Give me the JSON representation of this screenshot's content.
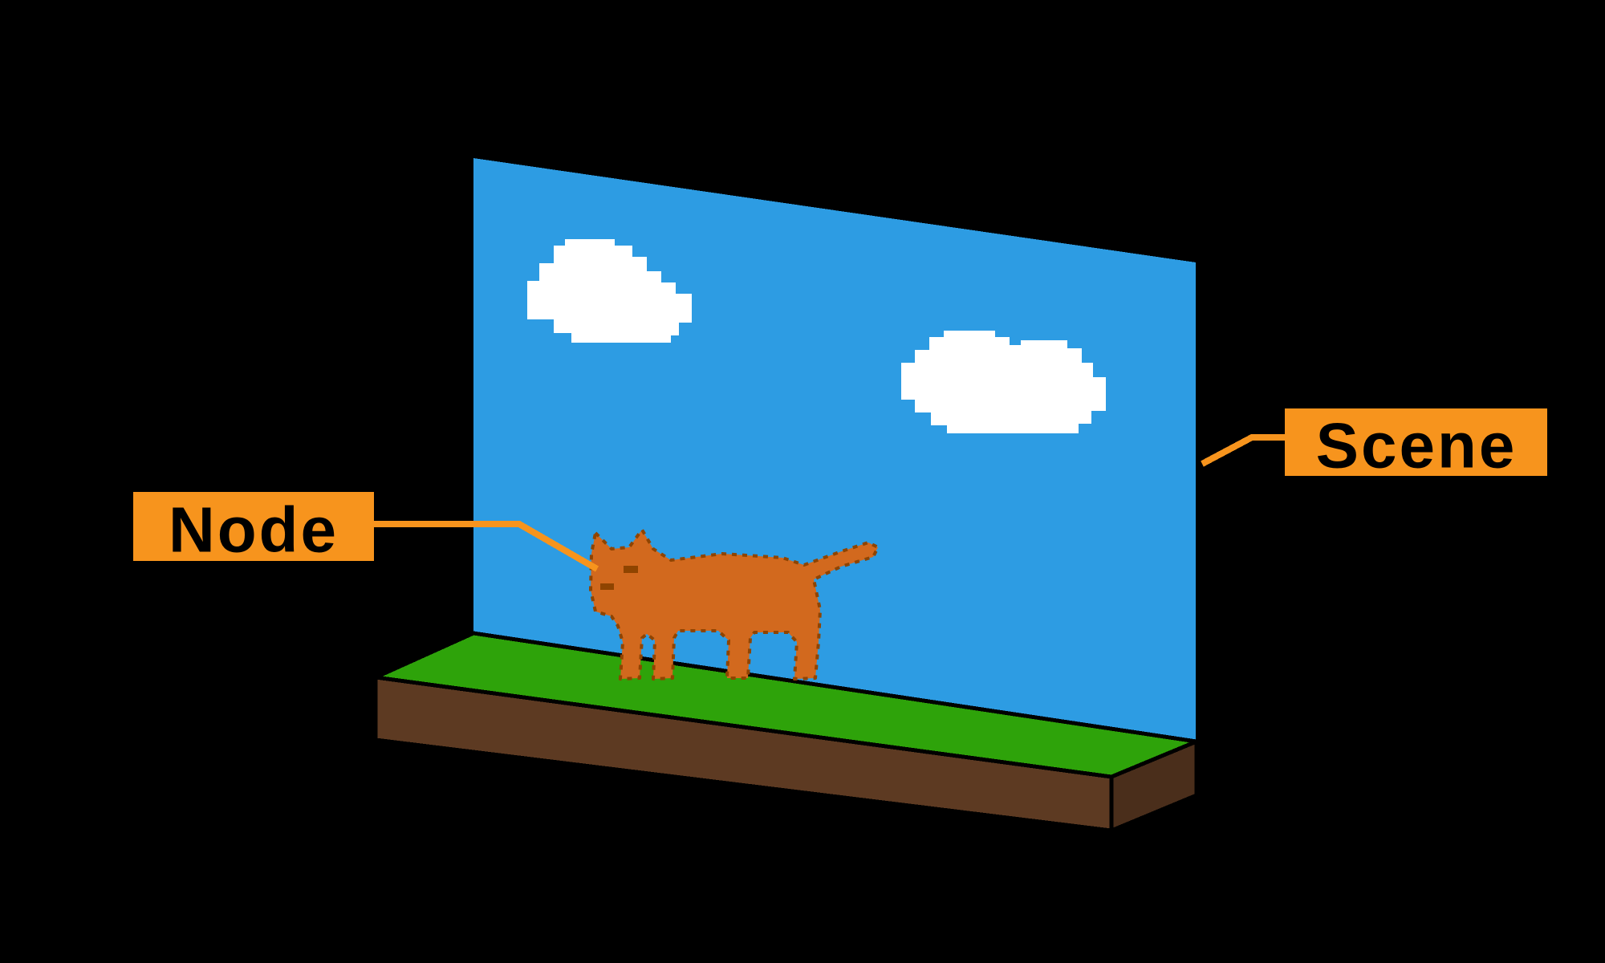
{
  "labels": {
    "node": "Node",
    "scene": "Scene"
  },
  "colors": {
    "background": "#000000",
    "accent": "#F7941D",
    "label_text": "#000000",
    "sky": "#2D9CE3",
    "cloud": "#FFFFFF",
    "grass": "#2EA30A",
    "dirt_front": "#5D3A22",
    "dirt_side": "#4A2E1B",
    "cat_fill": "#D2691E",
    "cat_outline": "#8F4400"
  },
  "diagram": {
    "annotations": [
      {
        "label": "Node",
        "points_to": "cat-sprite"
      },
      {
        "label": "Scene",
        "points_to": "sky-backdrop"
      }
    ]
  }
}
